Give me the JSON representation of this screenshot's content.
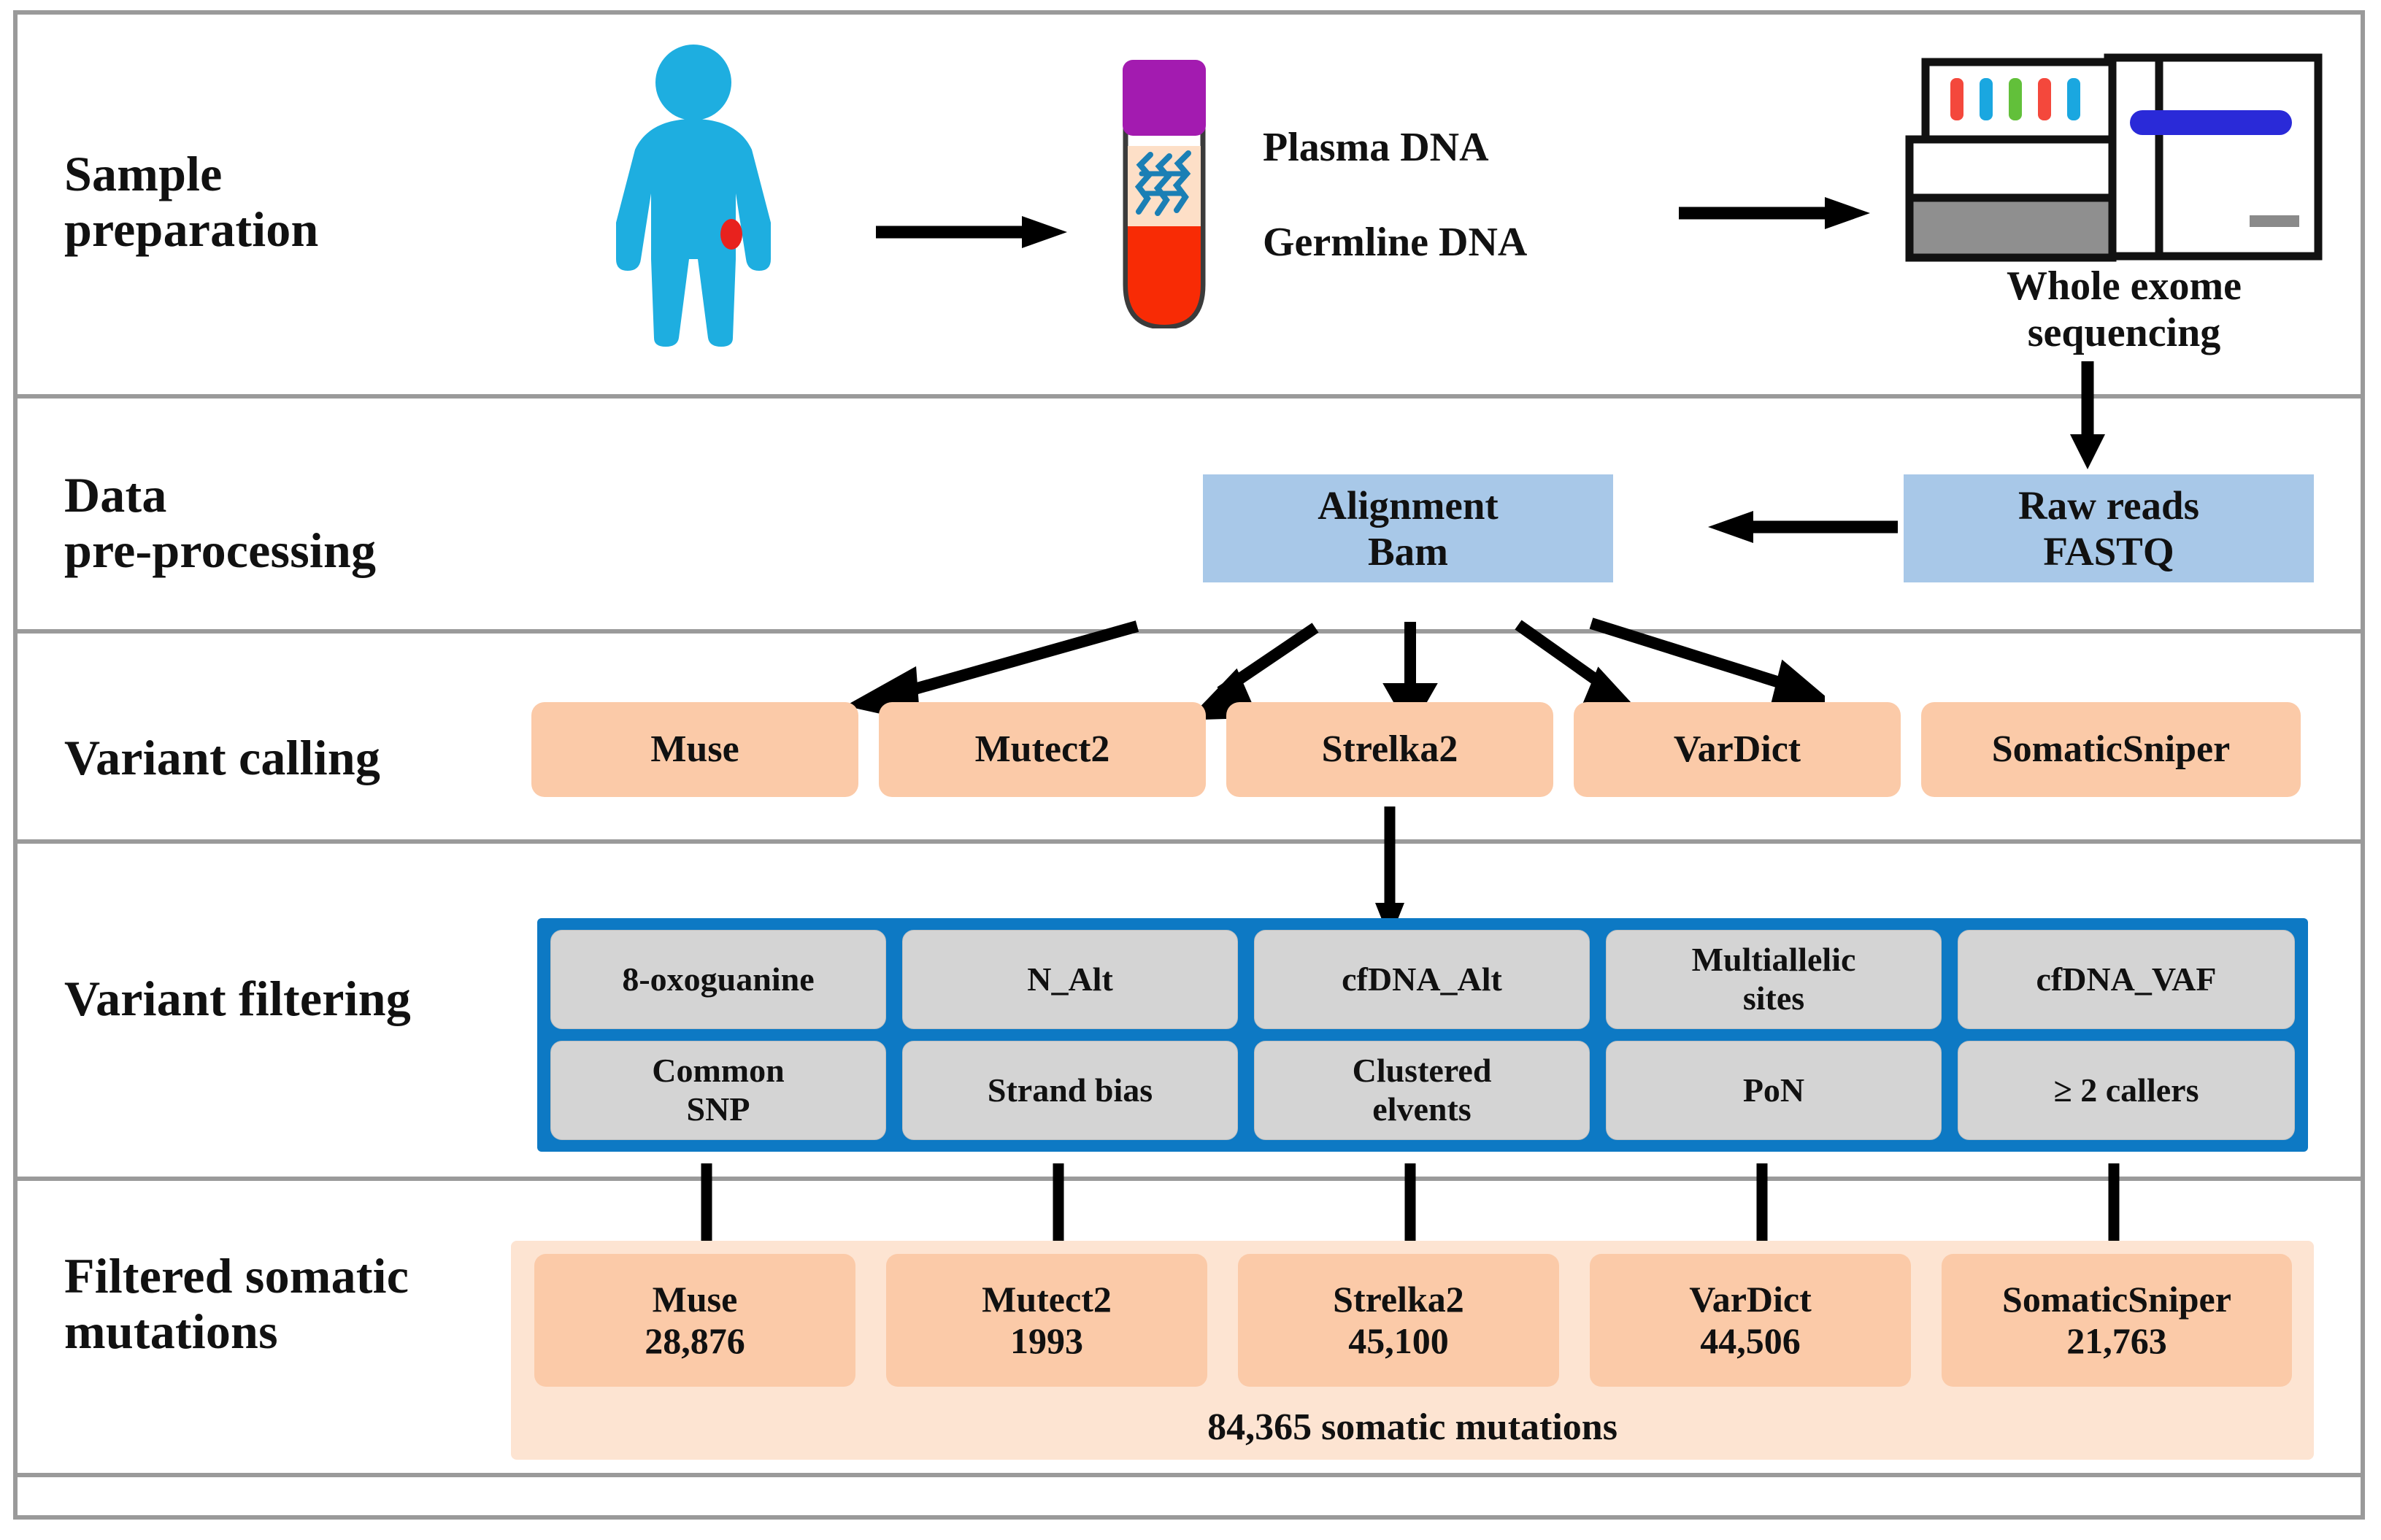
{
  "rows": [
    {
      "id": "sample-preparation",
      "label": "Sample\npreparation"
    },
    {
      "id": "data-pre-processing",
      "label": "Data\npre-processing"
    },
    {
      "id": "variant-calling",
      "label": "Variant calling"
    },
    {
      "id": "variant-filtering",
      "label": "Variant filtering"
    },
    {
      "id": "filtered-somatic-mutations",
      "label": "Filtered somatic\nmutations"
    }
  ],
  "sample_preparation": {
    "row_label": "Sample preparation",
    "row_label_line1": "Sample",
    "row_label_line2": "preparation",
    "person_icon": "patient-figure-icon",
    "tumor_marker": "tumor-spot-icon",
    "tube_icon": "blood-collection-tube-icon",
    "dna_icon": "dna-strand-icon",
    "dna_labels": [
      "Plasma DNA",
      "Germline DNA"
    ],
    "sequencer_icon": "sequencing-machine-icon",
    "sequencer_caption_line1": "Whole exome",
    "sequencer_caption_line2": "sequencing",
    "sequencer_caption": "Whole exome sequencing"
  },
  "data_pre_processing": {
    "row_label_line1": "Data",
    "row_label_line2": "pre-processing",
    "boxes": [
      {
        "name": "alignment-bam",
        "line1": "Alignment",
        "line2": "Bam"
      },
      {
        "name": "raw-reads-fastq",
        "line1": "Raw reads",
        "line2": "FASTQ"
      }
    ]
  },
  "variant_calling": {
    "row_label": "Variant calling",
    "callers": [
      "Muse",
      "Mutect2",
      "Strelka2",
      "VarDict",
      "SomaticSniper"
    ]
  },
  "variant_filtering": {
    "row_label": "Variant filtering",
    "filters_row1": [
      {
        "line1": "8-oxoguanine",
        "line2": ""
      },
      {
        "line1": "N_Alt",
        "line2": ""
      },
      {
        "line1": "cfDNA_Alt",
        "line2": ""
      },
      {
        "line1": "Multiallelic",
        "line2": "sites"
      },
      {
        "line1": "cfDNA_VAF",
        "line2": ""
      }
    ],
    "filters_row2": [
      {
        "line1": "Common",
        "line2": "SNP"
      },
      {
        "line1": "Strand bias",
        "line2": ""
      },
      {
        "line1": "Clustered",
        "line2": "elvents"
      },
      {
        "line1": "PoN",
        "line2": ""
      },
      {
        "line1": "≥ 2 callers",
        "line2": ""
      }
    ]
  },
  "filtered_somatic_mutations": {
    "row_label_line1": "Filtered somatic",
    "row_label_line2": "mutations",
    "results": [
      {
        "caller": "Muse",
        "count": "28,876"
      },
      {
        "caller": "Mutect2",
        "count": "1993"
      },
      {
        "caller": "Strelka2",
        "count": "45,100"
      },
      {
        "caller": "VarDict",
        "count": "44,506"
      },
      {
        "caller": "SomaticSniper",
        "count": "21,763"
      }
    ],
    "total": "84,365 somatic mutations"
  },
  "colors": {
    "frame": "#9a9a9a",
    "blue_box": "#a8c8e8",
    "orange_box": "#fbcaa8",
    "grey_box": "#d4d4d4",
    "filter_panel_blue": "#0d79c4",
    "summary_panel": "#fde4d2",
    "person_blue": "#1eaee0",
    "tumor_red": "#e8221e",
    "tube_cap_purple": "#a31bb0",
    "blood_red": "#f82b05",
    "arrow": "#000000"
  },
  "chart_data": {
    "type": "diagram",
    "title": "Somatic variant calling and filtering workflow",
    "stages": [
      "Sample preparation",
      "Data pre-processing",
      "Variant calling",
      "Variant filtering",
      "Filtered somatic mutations"
    ],
    "categories": [
      "Muse",
      "Mutect2",
      "Strelka2",
      "VarDict",
      "SomaticSniper"
    ],
    "values": [
      28876,
      1993,
      45100,
      44506,
      21763
    ],
    "total": 84365,
    "ylabel": "Filtered somatic mutations"
  }
}
